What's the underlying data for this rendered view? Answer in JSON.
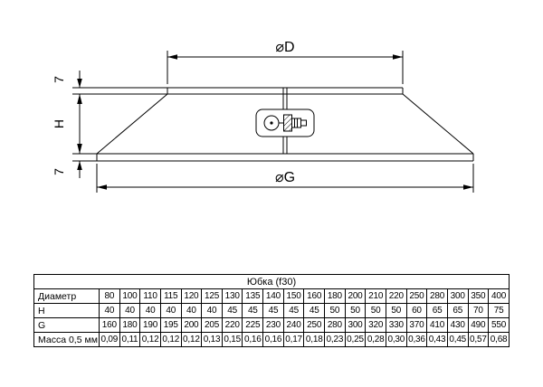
{
  "drawing": {
    "labels": {
      "dia_top": "⌀D",
      "dia_bottom": "⌀G",
      "height": "H",
      "lip_top": "7",
      "lip_bottom": "7"
    }
  },
  "table": {
    "title": "Юбка (f30)",
    "rows": [
      {
        "label": "Диаметр",
        "values": [
          "80",
          "100",
          "110",
          "115",
          "120",
          "125",
          "130",
          "135",
          "140",
          "150",
          "160",
          "180",
          "200",
          "210",
          "220",
          "250",
          "280",
          "300",
          "350",
          "400"
        ]
      },
      {
        "label": "H",
        "values": [
          "40",
          "40",
          "40",
          "40",
          "40",
          "40",
          "45",
          "45",
          "45",
          "45",
          "45",
          "50",
          "50",
          "50",
          "50",
          "60",
          "65",
          "65",
          "70",
          "75"
        ]
      },
      {
        "label": "G",
        "values": [
          "160",
          "180",
          "190",
          "195",
          "200",
          "205",
          "220",
          "225",
          "230",
          "240",
          "250",
          "280",
          "300",
          "320",
          "330",
          "370",
          "410",
          "430",
          "490",
          "550"
        ]
      },
      {
        "label": "Масса 0,5 мм",
        "values": [
          "0,09",
          "0,11",
          "0,12",
          "0,12",
          "0,12",
          "0,13",
          "0,15",
          "0,16",
          "0,16",
          "0,17",
          "0,18",
          "0,23",
          "0,25",
          "0,28",
          "0,30",
          "0,36",
          "0,43",
          "0,45",
          "0,57",
          "0,68"
        ]
      }
    ]
  }
}
